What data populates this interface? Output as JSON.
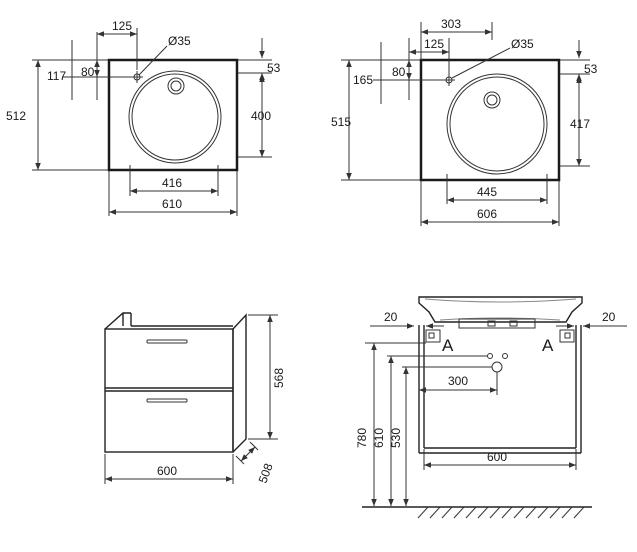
{
  "colors": {
    "line": "#333333",
    "outline": "#1a1a1a",
    "background": "#ffffff"
  },
  "basin1": {
    "d125": "125",
    "dia": "Ø35",
    "d117": "117",
    "d80": "80",
    "d53": "53",
    "d512": "512",
    "d400": "400",
    "d416": "416",
    "d610": "610"
  },
  "basin2": {
    "d303": "303",
    "d125": "125",
    "dia": "Ø35",
    "d165": "165",
    "d80": "80",
    "d53": "53",
    "d515": "515",
    "d417": "417",
    "d445": "445",
    "d606": "606"
  },
  "cabinet": {
    "d568": "568",
    "d600": "600",
    "d508": "508"
  },
  "front": {
    "left20": "20",
    "right20": "20",
    "sectionA_left": "A",
    "sectionA_right": "A",
    "d300": "300",
    "d780": "780",
    "d610": "610",
    "d530": "530",
    "d600": "600"
  }
}
